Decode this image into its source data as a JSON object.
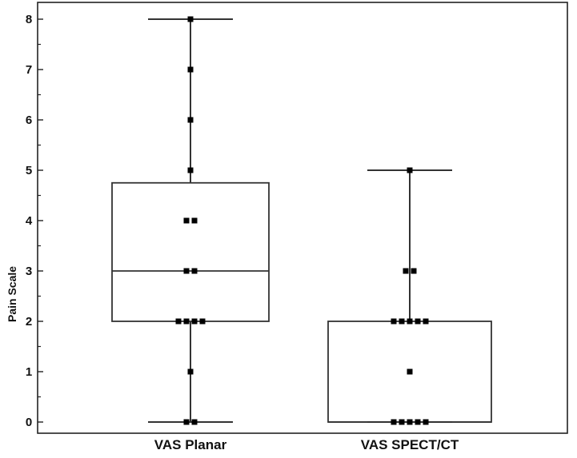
{
  "chart_data": {
    "type": "box",
    "ylabel": "Pain Scale",
    "ylim": [
      0,
      8
    ],
    "yticks": [
      "0",
      "1",
      "2",
      "3",
      "4",
      "5",
      "6",
      "7",
      "8"
    ],
    "grid": false,
    "categories": [
      "VAS Planar",
      "VAS SPECT/CT"
    ],
    "boxes": [
      {
        "name": "VAS Planar",
        "min": 0,
        "q1": 2,
        "median": 3,
        "q3": 4.75,
        "max": 8
      },
      {
        "name": "VAS SPECT/CT",
        "min": 0,
        "q1": 0,
        "median": 0,
        "q3": 2,
        "max": 5
      }
    ],
    "points": [
      [
        {
          "y": 8,
          "n": 1
        },
        {
          "y": 7,
          "n": 1
        },
        {
          "y": 6,
          "n": 1
        },
        {
          "y": 5,
          "n": 1
        },
        {
          "y": 4,
          "n": 2
        },
        {
          "y": 3,
          "n": 2
        },
        {
          "y": 2,
          "n": 4
        },
        {
          "y": 1,
          "n": 1
        },
        {
          "y": 0,
          "n": 2
        }
      ],
      [
        {
          "y": 5,
          "n": 1
        },
        {
          "y": 3,
          "n": 2
        },
        {
          "y": 2,
          "n": 5
        },
        {
          "y": 1,
          "n": 1
        },
        {
          "y": 0,
          "n": 5
        }
      ]
    ]
  }
}
